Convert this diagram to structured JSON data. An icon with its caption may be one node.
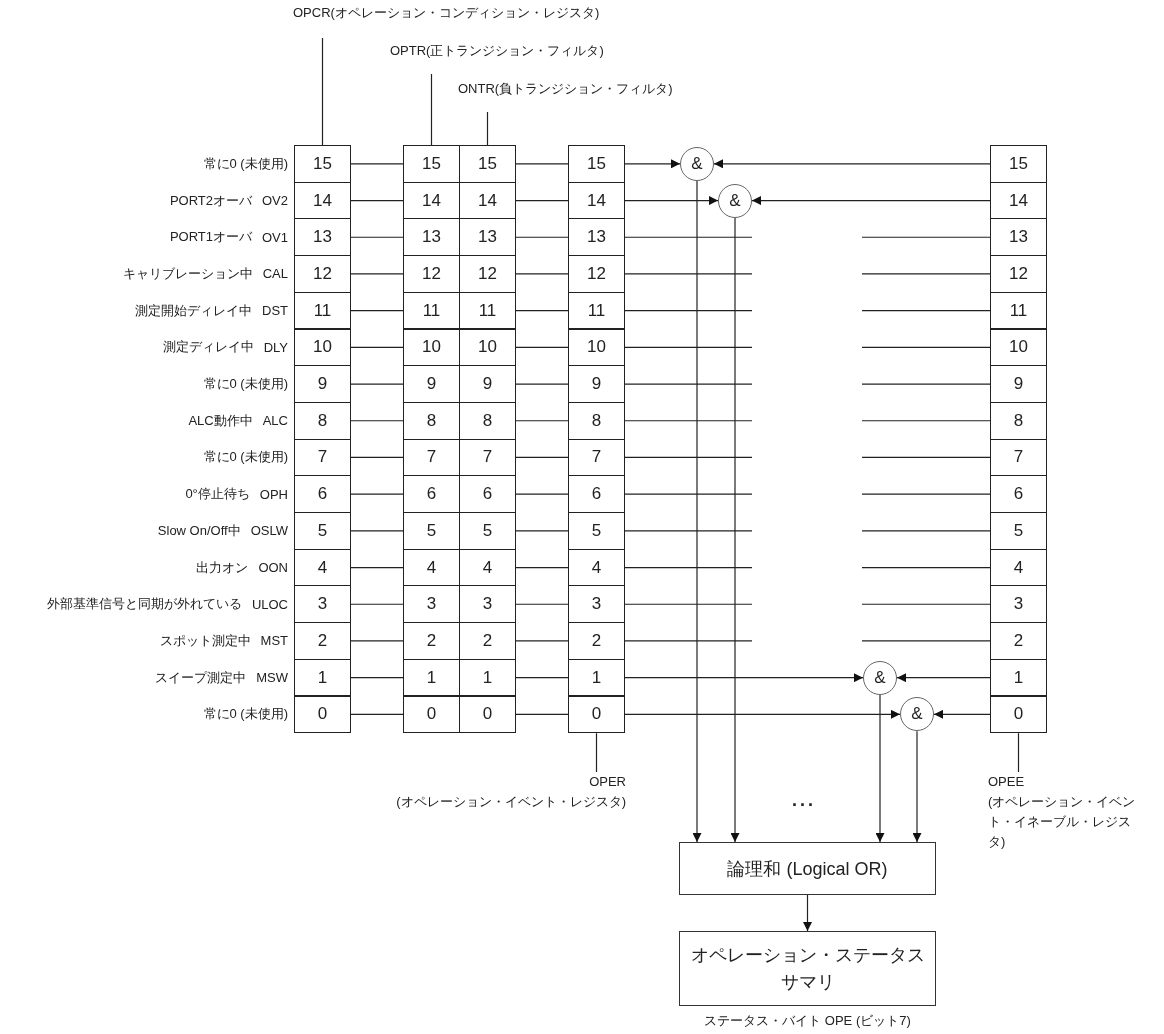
{
  "diagram": {
    "nodes": [
      {
        "text": [
          "OPCR(オペレーション・コンディション・レジスタ)"
        ]
      },
      {
        "text": [
          "OPTR(正トランジション・フィルタ)"
        ]
      },
      {
        "text": [
          "ONTR(負トランジション・フィルタ)"
        ]
      },
      {
        "text": [
          "15"
        ],
        "beside": [
          "常に0 (未使用)"
        ]
      },
      {
        "text": [
          "14"
        ],
        "beside": [
          "PORT2オーバ",
          "OV2"
        ]
      },
      {
        "text": [
          "13"
        ],
        "beside": [
          "PORT1オーバ",
          "OV1"
        ]
      },
      {
        "text": [
          "12"
        ],
        "beside": [
          "キャリブレーション中",
          "CAL"
        ]
      },
      {
        "text": [
          "11"
        ],
        "beside": [
          "測定開始ディレイ中",
          "DST"
        ]
      },
      {
        "text": [
          "10"
        ],
        "beside": [
          "測定ディレイ中",
          "DLY"
        ]
      },
      {
        "text": [
          "9"
        ],
        "beside": [
          "常に0 (未使用)"
        ]
      },
      {
        "text": [
          "8"
        ],
        "beside": [
          "ALC動作中",
          "ALC"
        ]
      },
      {
        "text": [
          "7"
        ],
        "beside": [
          "常に0 (未使用)"
        ]
      },
      {
        "text": [
          "6"
        ],
        "beside": [
          "0°停止待ち",
          "OPH"
        ]
      },
      {
        "text": [
          "5"
        ],
        "beside": [
          "Slow On/Off中",
          "OSLW"
        ]
      },
      {
        "text": [
          "4"
        ],
        "beside": [
          "出力オン",
          "OON"
        ]
      },
      {
        "text": [
          "3"
        ],
        "beside": [
          "外部基準信号と同期が外れている",
          "ULOC"
        ]
      },
      {
        "text": [
          "2"
        ],
        "beside": [
          "スポット測定中",
          "MST"
        ]
      },
      {
        "text": [
          "1"
        ],
        "beside": [
          "スイープ測定中",
          "MSW"
        ]
      },
      {
        "text": [
          "0"
        ],
        "beside": [
          "常に0 (未使用)"
        ]
      },
      {
        "text": [
          "15"
        ]
      },
      {
        "text": [
          "14"
        ]
      },
      {
        "text": [
          "13"
        ]
      },
      {
        "text": [
          "12"
        ]
      },
      {
        "text": [
          "11"
        ]
      },
      {
        "text": [
          "10"
        ]
      },
      {
        "text": [
          "9"
        ]
      },
      {
        "text": [
          "8"
        ]
      },
      {
        "text": [
          "7"
        ]
      },
      {
        "text": [
          "6"
        ]
      },
      {
        "text": [
          "5"
        ]
      },
      {
        "text": [
          "4"
        ]
      },
      {
        "text": [
          "3"
        ]
      },
      {
        "text": [
          "2"
        ]
      },
      {
        "text": [
          "1"
        ]
      },
      {
        "text": [
          "0"
        ]
      },
      {
        "text": [
          "15"
        ]
      },
      {
        "text": [
          "14"
        ]
      },
      {
        "text": [
          "13"
        ]
      },
      {
        "text": [
          "12"
        ]
      },
      {
        "text": [
          "11"
        ]
      },
      {
        "text": [
          "10"
        ]
      },
      {
        "text": [
          "9"
        ]
      },
      {
        "text": [
          "8"
        ]
      },
      {
        "text": [
          "7"
        ]
      },
      {
        "text": [
          "6"
        ]
      },
      {
        "text": [
          "5"
        ]
      },
      {
        "text": [
          "4"
        ]
      },
      {
        "text": [
          "3"
        ]
      },
      {
        "text": [
          "2"
        ]
      },
      {
        "text": [
          "1"
        ]
      },
      {
        "text": [
          "0"
        ]
      },
      {
        "text": [
          "15"
        ]
      },
      {
        "text": [
          "14"
        ]
      },
      {
        "text": [
          "13"
        ]
      },
      {
        "text": [
          "12"
        ]
      },
      {
        "text": [
          "11"
        ]
      },
      {
        "text": [
          "10"
        ]
      },
      {
        "text": [
          "9"
        ]
      },
      {
        "text": [
          "8"
        ]
      },
      {
        "text": [
          "7"
        ]
      },
      {
        "text": [
          "6"
        ]
      },
      {
        "text": [
          "5"
        ]
      },
      {
        "text": [
          "4"
        ]
      },
      {
        "text": [
          "3"
        ]
      },
      {
        "text": [
          "2"
        ]
      },
      {
        "text": [
          "1"
        ]
      },
      {
        "text": [
          "0"
        ]
      },
      {
        "text": [
          "15"
        ]
      },
      {
        "text": [
          "14"
        ]
      },
      {
        "text": [
          "13"
        ]
      },
      {
        "text": [
          "12"
        ]
      },
      {
        "text": [
          "11"
        ]
      },
      {
        "text": [
          "10"
        ]
      },
      {
        "text": [
          "9"
        ]
      },
      {
        "text": [
          "8"
        ]
      },
      {
        "text": [
          "7"
        ]
      },
      {
        "text": [
          "6"
        ]
      },
      {
        "text": [
          "5"
        ]
      },
      {
        "text": [
          "4"
        ]
      },
      {
        "text": [
          "3"
        ]
      },
      {
        "text": [
          "2"
        ]
      },
      {
        "text": [
          "1"
        ]
      },
      {
        "text": [
          "0"
        ]
      },
      {
        "text": [
          "&"
        ]
      },
      {
        "text": [
          "&"
        ]
      },
      {
        "text": [
          "&"
        ]
      },
      {
        "text": [
          "&"
        ]
      },
      {
        "text": [
          "OPER",
          "(オペレーション・イベント・レジスタ)"
        ]
      },
      {
        "text": [
          "OPEE",
          "(オペレーション・イベント・イネーブル・レジスタ)"
        ]
      },
      {
        "text": [
          "論理和 (Logical OR)"
        ]
      },
      {
        "text": [
          "オペレーション・ステータスサマリ"
        ],
        "beside": [
          "ステータス・バイト OPE (ビット7)"
        ]
      }
    ],
    "edges": [
      {
        "from": 0,
        "to": 3,
        "arrow": "none"
      },
      {
        "from": 1,
        "to": 19,
        "arrow": "none"
      },
      {
        "from": 2,
        "to": 35,
        "arrow": "none"
      },
      {
        "from": 3,
        "to": 19,
        "arrow": "none"
      },
      {
        "from": 4,
        "to": 20,
        "arrow": "none"
      },
      {
        "from": 5,
        "to": 21,
        "arrow": "none"
      },
      {
        "from": 6,
        "to": 22,
        "arrow": "none"
      },
      {
        "from": 7,
        "to": 23,
        "arrow": "none"
      },
      {
        "from": 8,
        "to": 24,
        "arrow": "none"
      },
      {
        "from": 9,
        "to": 25,
        "arrow": "none"
      },
      {
        "from": 10,
        "to": 26,
        "arrow": "none"
      },
      {
        "from": 11,
        "to": 27,
        "arrow": "none"
      },
      {
        "from": 12,
        "to": 28,
        "arrow": "none"
      },
      {
        "from": 13,
        "to": 29,
        "arrow": "none"
      },
      {
        "from": 14,
        "to": 30,
        "arrow": "none"
      },
      {
        "from": 15,
        "to": 31,
        "arrow": "none"
      },
      {
        "from": 16,
        "to": 32,
        "arrow": "none"
      },
      {
        "from": 17,
        "to": 33,
        "arrow": "none"
      },
      {
        "from": 18,
        "to": 34,
        "arrow": "none"
      },
      {
        "from": 35,
        "to": 51,
        "arrow": "none"
      },
      {
        "from": 36,
        "to": 52,
        "arrow": "none"
      },
      {
        "from": 37,
        "to": 53,
        "arrow": "none"
      },
      {
        "from": 38,
        "to": 54,
        "arrow": "none"
      },
      {
        "from": 39,
        "to": 55,
        "arrow": "none"
      },
      {
        "from": 40,
        "to": 56,
        "arrow": "none"
      },
      {
        "from": 41,
        "to": 57,
        "arrow": "none"
      },
      {
        "from": 42,
        "to": 58,
        "arrow": "none"
      },
      {
        "from": 43,
        "to": 59,
        "arrow": "none"
      },
      {
        "from": 44,
        "to": 60,
        "arrow": "none"
      },
      {
        "from": 45,
        "to": 61,
        "arrow": "none"
      },
      {
        "from": 46,
        "to": 62,
        "arrow": "none"
      },
      {
        "from": 47,
        "to": 63,
        "arrow": "none"
      },
      {
        "from": 48,
        "to": 64,
        "arrow": "none"
      },
      {
        "from": 49,
        "to": 65,
        "arrow": "none"
      },
      {
        "from": 50,
        "to": 66,
        "arrow": "none"
      },
      {
        "from": 51,
        "to": 83,
        "arrow": "to"
      },
      {
        "from": 67,
        "to": 83,
        "arrow": "to"
      },
      {
        "from": 52,
        "to": 84,
        "arrow": "to"
      },
      {
        "from": 68,
        "to": 84,
        "arrow": "to"
      },
      {
        "from": 53,
        "to": null,
        "arrow": "none"
      },
      {
        "from": 69,
        "to": null,
        "arrow": "none"
      },
      {
        "from": 54,
        "to": null,
        "arrow": "none"
      },
      {
        "from": 70,
        "to": null,
        "arrow": "none"
      },
      {
        "from": 55,
        "to": null,
        "arrow": "none"
      },
      {
        "from": 71,
        "to": null,
        "arrow": "none"
      },
      {
        "from": 56,
        "to": null,
        "arrow": "none"
      },
      {
        "from": 72,
        "to": null,
        "arrow": "none"
      },
      {
        "from": 57,
        "to": null,
        "arrow": "none"
      },
      {
        "from": 73,
        "to": null,
        "arrow": "none"
      },
      {
        "from": 58,
        "to": null,
        "arrow": "none"
      },
      {
        "from": 74,
        "to": null,
        "arrow": "none"
      },
      {
        "from": 59,
        "to": null,
        "arrow": "none"
      },
      {
        "from": 75,
        "to": null,
        "arrow": "none"
      },
      {
        "from": 60,
        "to": null,
        "arrow": "none"
      },
      {
        "from": 76,
        "to": null,
        "arrow": "none"
      },
      {
        "from": 61,
        "to": null,
        "arrow": "none"
      },
      {
        "from": 77,
        "to": null,
        "arrow": "none"
      },
      {
        "from": 62,
        "to": null,
        "arrow": "none"
      },
      {
        "from": 78,
        "to": null,
        "arrow": "none"
      },
      {
        "from": 63,
        "to": null,
        "arrow": "none"
      },
      {
        "from": 79,
        "to": null,
        "arrow": "none"
      },
      {
        "from": 64,
        "to": null,
        "arrow": "none"
      },
      {
        "from": 80,
        "to": null,
        "arrow": "none"
      },
      {
        "from": 65,
        "to": 85,
        "arrow": "to"
      },
      {
        "from": 81,
        "to": 85,
        "arrow": "to"
      },
      {
        "from": 66,
        "to": 86,
        "arrow": "to"
      },
      {
        "from": 82,
        "to": 86,
        "arrow": "to"
      },
      {
        "from": 83,
        "to": 89,
        "arrow": "to"
      },
      {
        "from": 84,
        "to": 89,
        "arrow": "to"
      },
      {
        "from": 85,
        "to": 89,
        "arrow": "to"
      },
      {
        "from": 86,
        "to": 89,
        "arrow": "to"
      },
      {
        "from": 89,
        "to": 90,
        "arrow": "to"
      },
      {
        "from": 87,
        "to": 66,
        "arrow": "none"
      },
      {
        "from": 88,
        "to": 82,
        "arrow": "none"
      }
    ],
    "labels": [
      "..."
    ]
  }
}
